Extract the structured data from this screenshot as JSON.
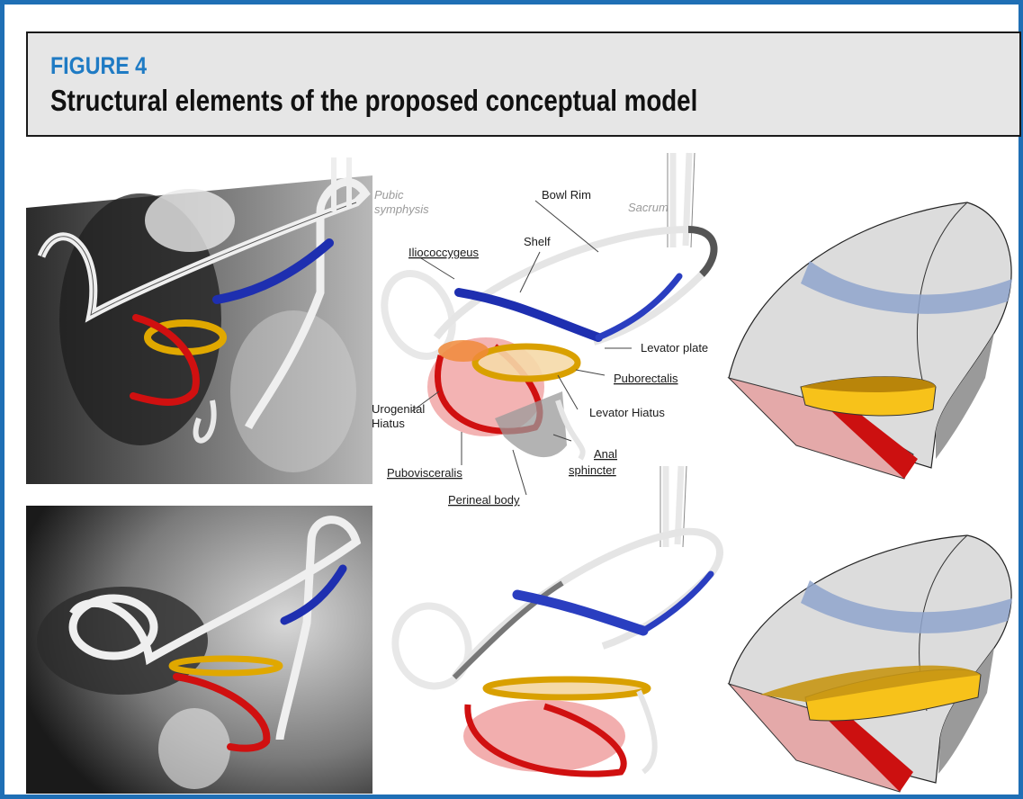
{
  "figure": {
    "label": "FIGURE 4",
    "title": "Structural elements of the proposed conceptual model"
  },
  "labels": {
    "pubic": "Pubic",
    "symphysis": "symphysis",
    "sacrum": "Sacrum",
    "bowl_rim": "Bowl Rim",
    "shelf": "Shelf",
    "iliococcygeus": "Iliococcygeus",
    "levator_plate": "Levator plate",
    "puborectalis": "Puborectalis",
    "levator_hiatus": "Levator Hiatus",
    "urogenital": "Urogenital",
    "hiatus": "Hiatus",
    "pubovisceralis": "Pubovisceralis",
    "anal": "Anal",
    "sphincter": "sphincter",
    "perineal_body": "Perineal body"
  },
  "colors": {
    "border": "#1f6fb5",
    "figure_label": "#1f7bc4",
    "header_bg": "#e6e6e6",
    "blue_band": "#1e2fb0",
    "gold_band": "#e0a800",
    "red_band": "#d01010"
  }
}
